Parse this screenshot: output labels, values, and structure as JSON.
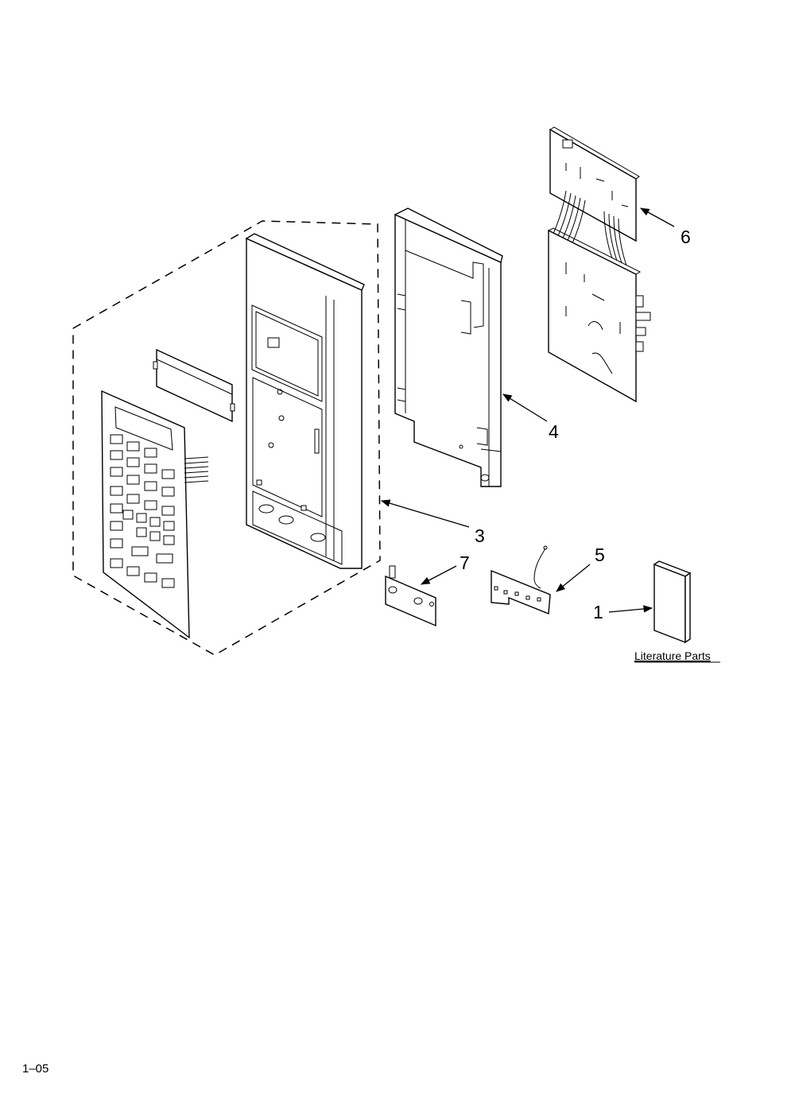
{
  "callouts": [
    {
      "id": "1",
      "label": "1"
    },
    {
      "id": "3",
      "label": "3"
    },
    {
      "id": "4",
      "label": "4"
    },
    {
      "id": "5",
      "label": "5"
    },
    {
      "id": "6",
      "label": "6"
    },
    {
      "id": "7",
      "label": "7"
    }
  ],
  "literature_label": "Literature Parts",
  "page_code": "1–05"
}
